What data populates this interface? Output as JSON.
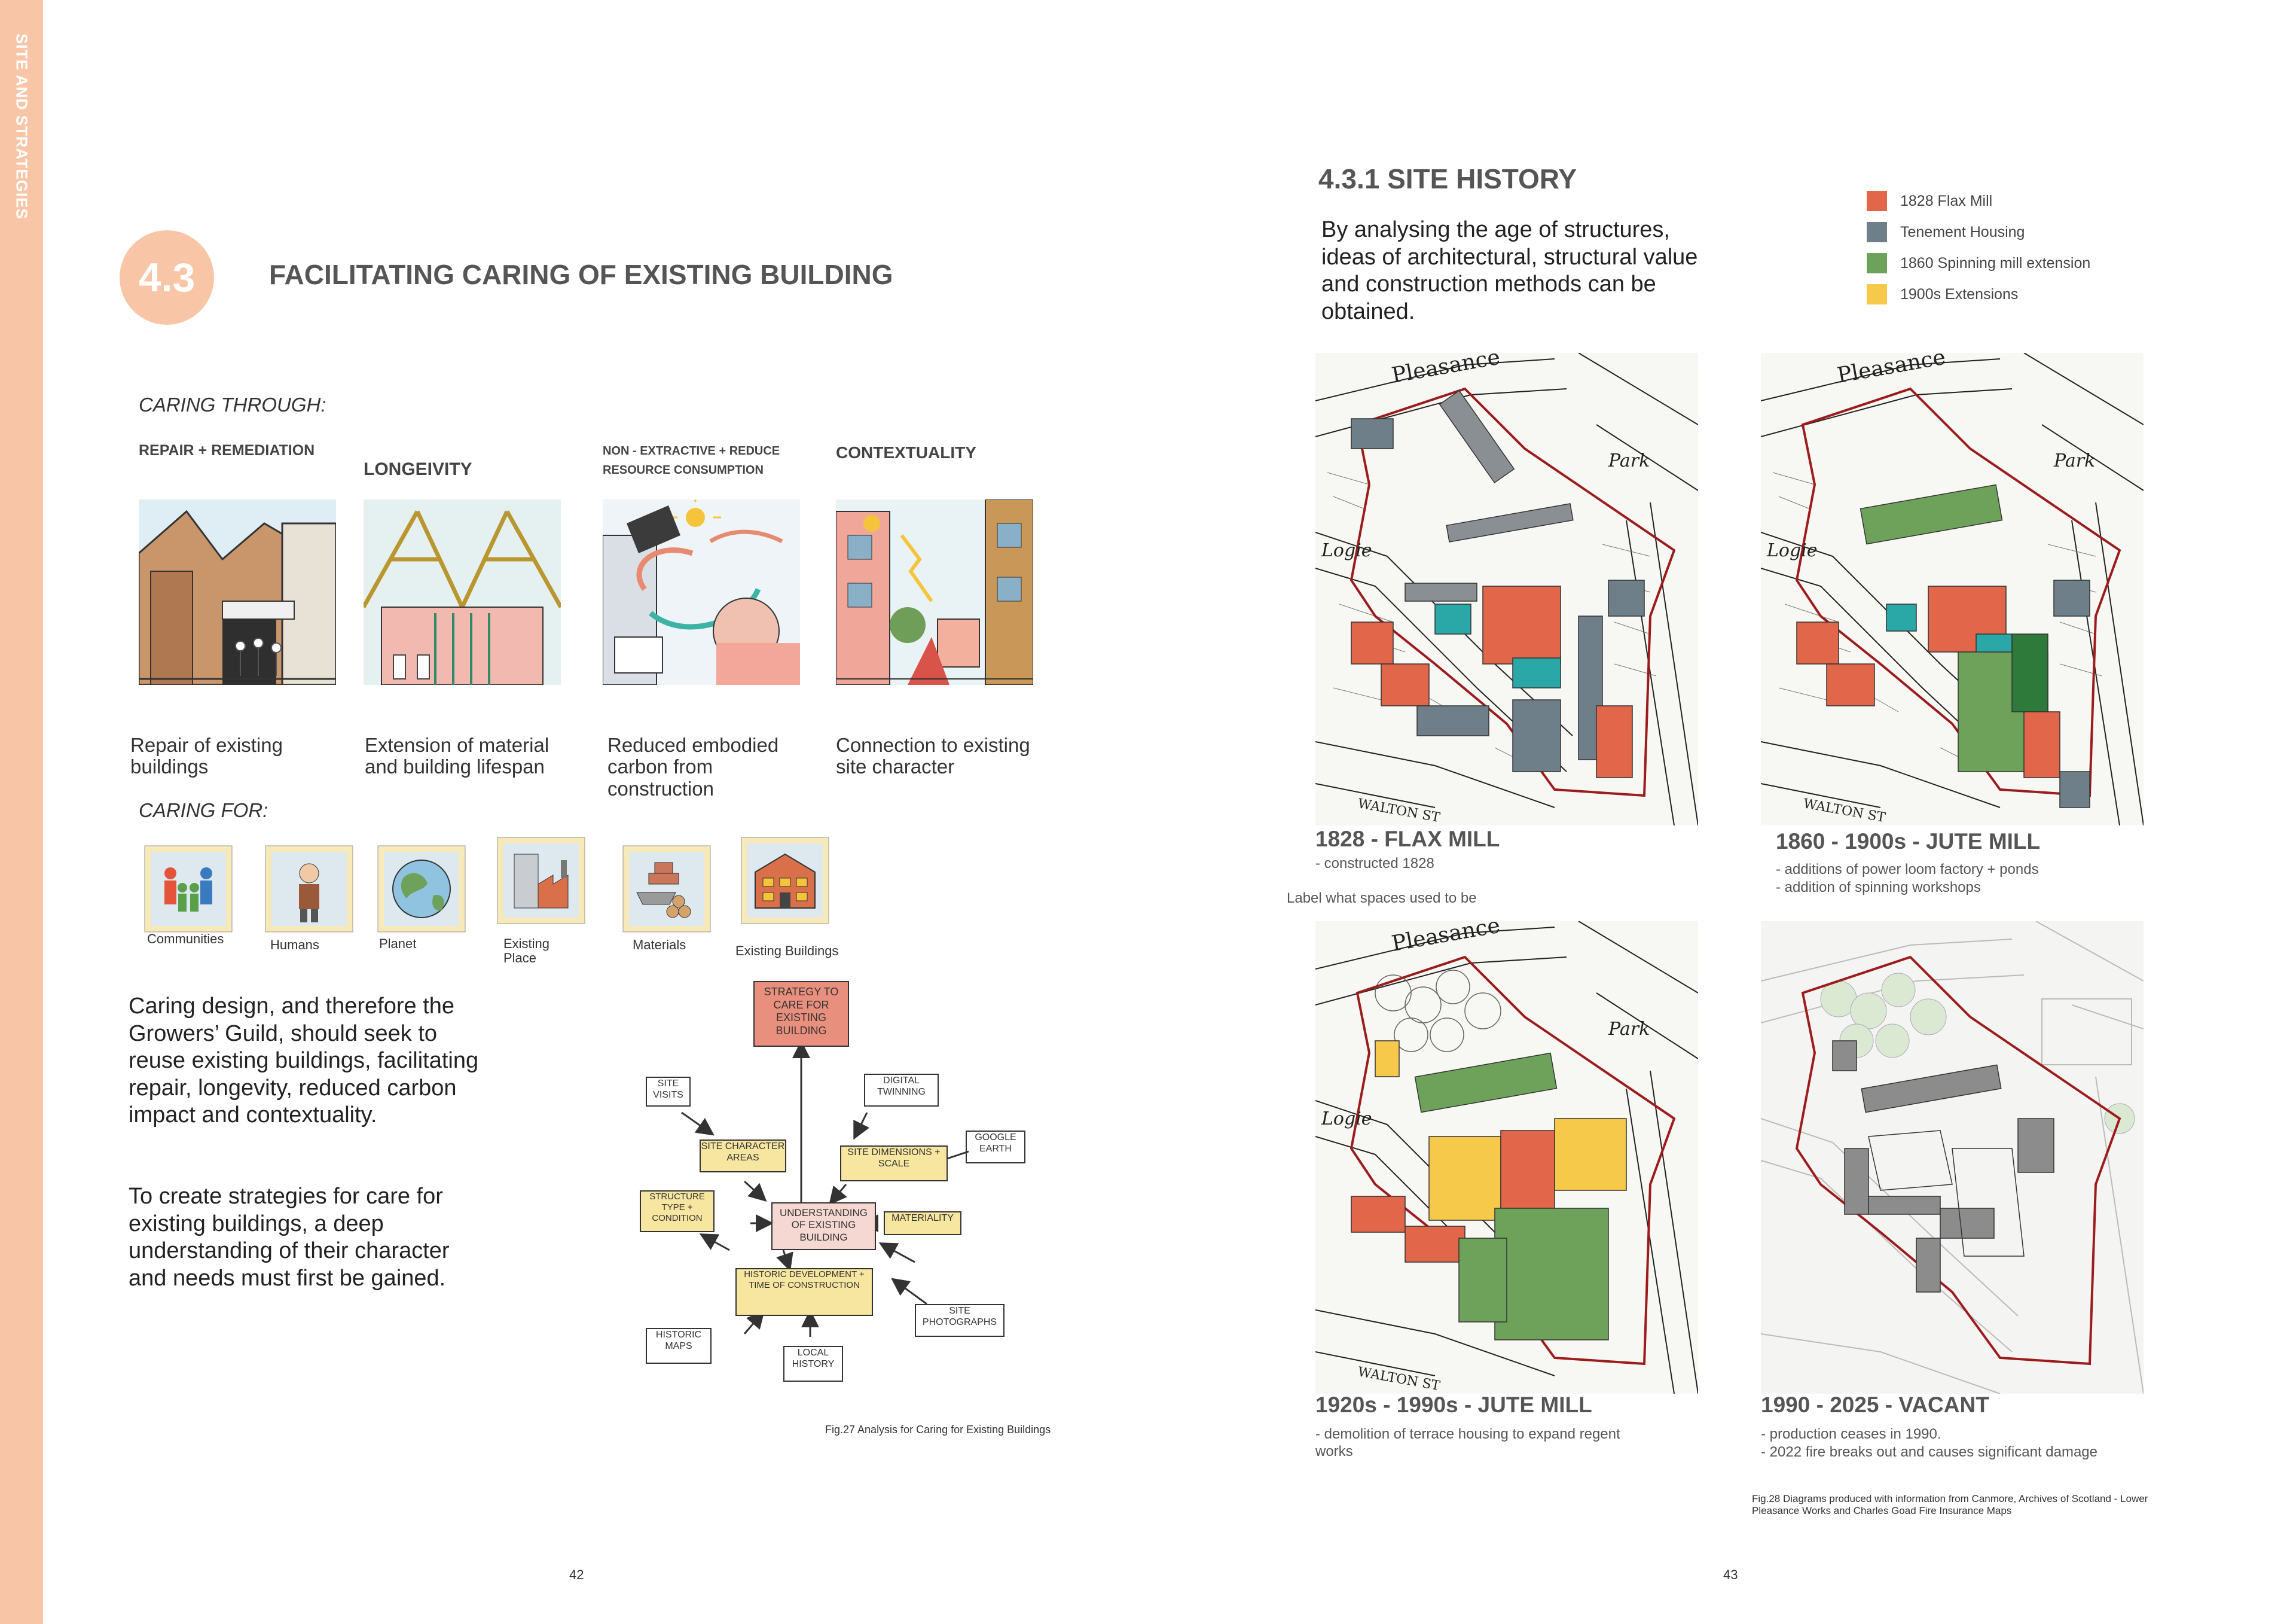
{
  "side_tab": "SITE AND STRATEGIES",
  "section": {
    "number": "4.3",
    "title": "FACILITATING CARING OF EXISTING BUILDING"
  },
  "caring_through": {
    "heading": "CARING THROUGH:",
    "categories": [
      {
        "label": "REPAIR + REMEDIATION",
        "caption": "Repair of existing buildings"
      },
      {
        "label": "LONGEIVITY",
        "caption": "Extension of material and building lifespan"
      },
      {
        "label": "NON - EXTRACTIVE + REDUCE RESOURCE CONSUMPTION",
        "caption": "Reduced embodied carbon from construction"
      },
      {
        "label": "CONTEXTUALITY",
        "caption": "Connection to existing site character"
      }
    ]
  },
  "caring_for": {
    "heading": "CARING FOR:",
    "items": [
      "Communities",
      "Humans",
      "Planet",
      "Existing Place",
      "Materials",
      "Existing Buildings"
    ]
  },
  "body": {
    "p1": "Caring design, and therefore the Growers’ Guild, should seek to reuse existing buildings, facilitating repair, longevity, reduced carbon impact and contextuality.",
    "p2": "To create strategies for care for existing buildings, a deep understanding of their character and needs must first be gained."
  },
  "diagram": {
    "top": "STRATEGY TO CARE FOR EXISTING BUILDING",
    "center": "UNDERSTANDING OF EXISTING BUILDING",
    "nodes": [
      "SITE VISITS",
      "DIGITAL TWINNING",
      "SITE CHARACTER AREAS",
      "SITE DIMENSIONS + SCALE",
      "GOOGLE EARTH",
      "STRUCTURE TYPE + CONDITION",
      "MATERIALITY",
      "HISTORIC DEVELOPMENT + TIME OF CONSTRUCTION",
      "SITE PHOTOGRAPHS",
      "HISTORIC MAPS",
      "LOCAL HISTORY"
    ],
    "caption": "Fig.27 Analysis for Caring for Existing Buildings"
  },
  "site_history": {
    "title": "4.3.1 SITE HISTORY",
    "intro": "By analysing the age of structures, ideas of architectural, structural value and construction methods can be obtained.",
    "legend": [
      {
        "label": "1828 Flax Mill",
        "color": "#e2664a"
      },
      {
        "label": "Tenement Housing",
        "color": "#6f7f8a"
      },
      {
        "label": "1860 Spinning mill extension",
        "color": "#6ea25a"
      },
      {
        "label": "1900s Extensions",
        "color": "#f6c94a"
      }
    ],
    "note": "Label what spaces used to be",
    "maps": [
      {
        "title": "1828 - FLAX MILL",
        "desc1": "- constructed 1828",
        "desc2": ""
      },
      {
        "title": "1860 - 1900s - JUTE MILL",
        "desc1": "- additions of power loom factory + ponds",
        "desc2": "- addition of spinning workshops"
      },
      {
        "title": "1920s - 1990s - JUTE MILL",
        "desc1": "- demolition of terrace housing to expand regent works",
        "desc2": ""
      },
      {
        "title": "1990 - 2025 - VACANT",
        "desc1": "- production ceases in 1990.",
        "desc2": "- 2022 fire breaks out and causes significant damage"
      }
    ],
    "map_labels": {
      "street_top": "Pleasance",
      "park": "Park",
      "logie": "Logie",
      "walton": "WALTON ST"
    },
    "caption": "Fig.28 Diagrams produced with information from Canmore, Archives of Scotland - Lower Pleasance Works and Charles Goad Fire Insurance Maps"
  },
  "pages": {
    "left": "42",
    "right": "43"
  }
}
